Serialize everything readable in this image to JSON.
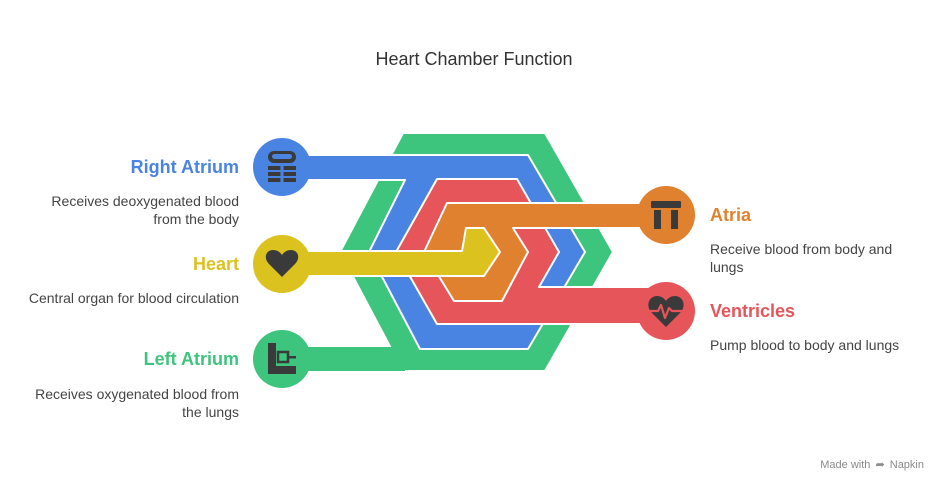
{
  "title": "Heart Chamber Function",
  "colors": {
    "blue": "#4a84e2",
    "green": "#3dc47d",
    "red": "#e5555a",
    "orange": "#df812e",
    "yellow": "#dcc21e",
    "icon": "#3a3a3a"
  },
  "items": {
    "right_atrium": {
      "label": "Right Atrium",
      "description": "Receives deoxygenated blood from the body",
      "icon": "pods-icon"
    },
    "heart": {
      "label": "Heart",
      "description": "Central organ for blood circulation",
      "icon": "heart-icon"
    },
    "left_atrium": {
      "label": "Left Atrium",
      "description": "Receives oxygenated blood from the lungs",
      "icon": "bracket-icon"
    },
    "atria": {
      "label": "Atria",
      "description": "Receive blood from body and lungs",
      "icon": "table-icon"
    },
    "ventricles": {
      "label": "Ventricles",
      "description": "Pump blood to body and lungs",
      "icon": "heartbeat-icon"
    }
  },
  "watermark": {
    "prefix": "Made with",
    "brand": "Napkin"
  }
}
